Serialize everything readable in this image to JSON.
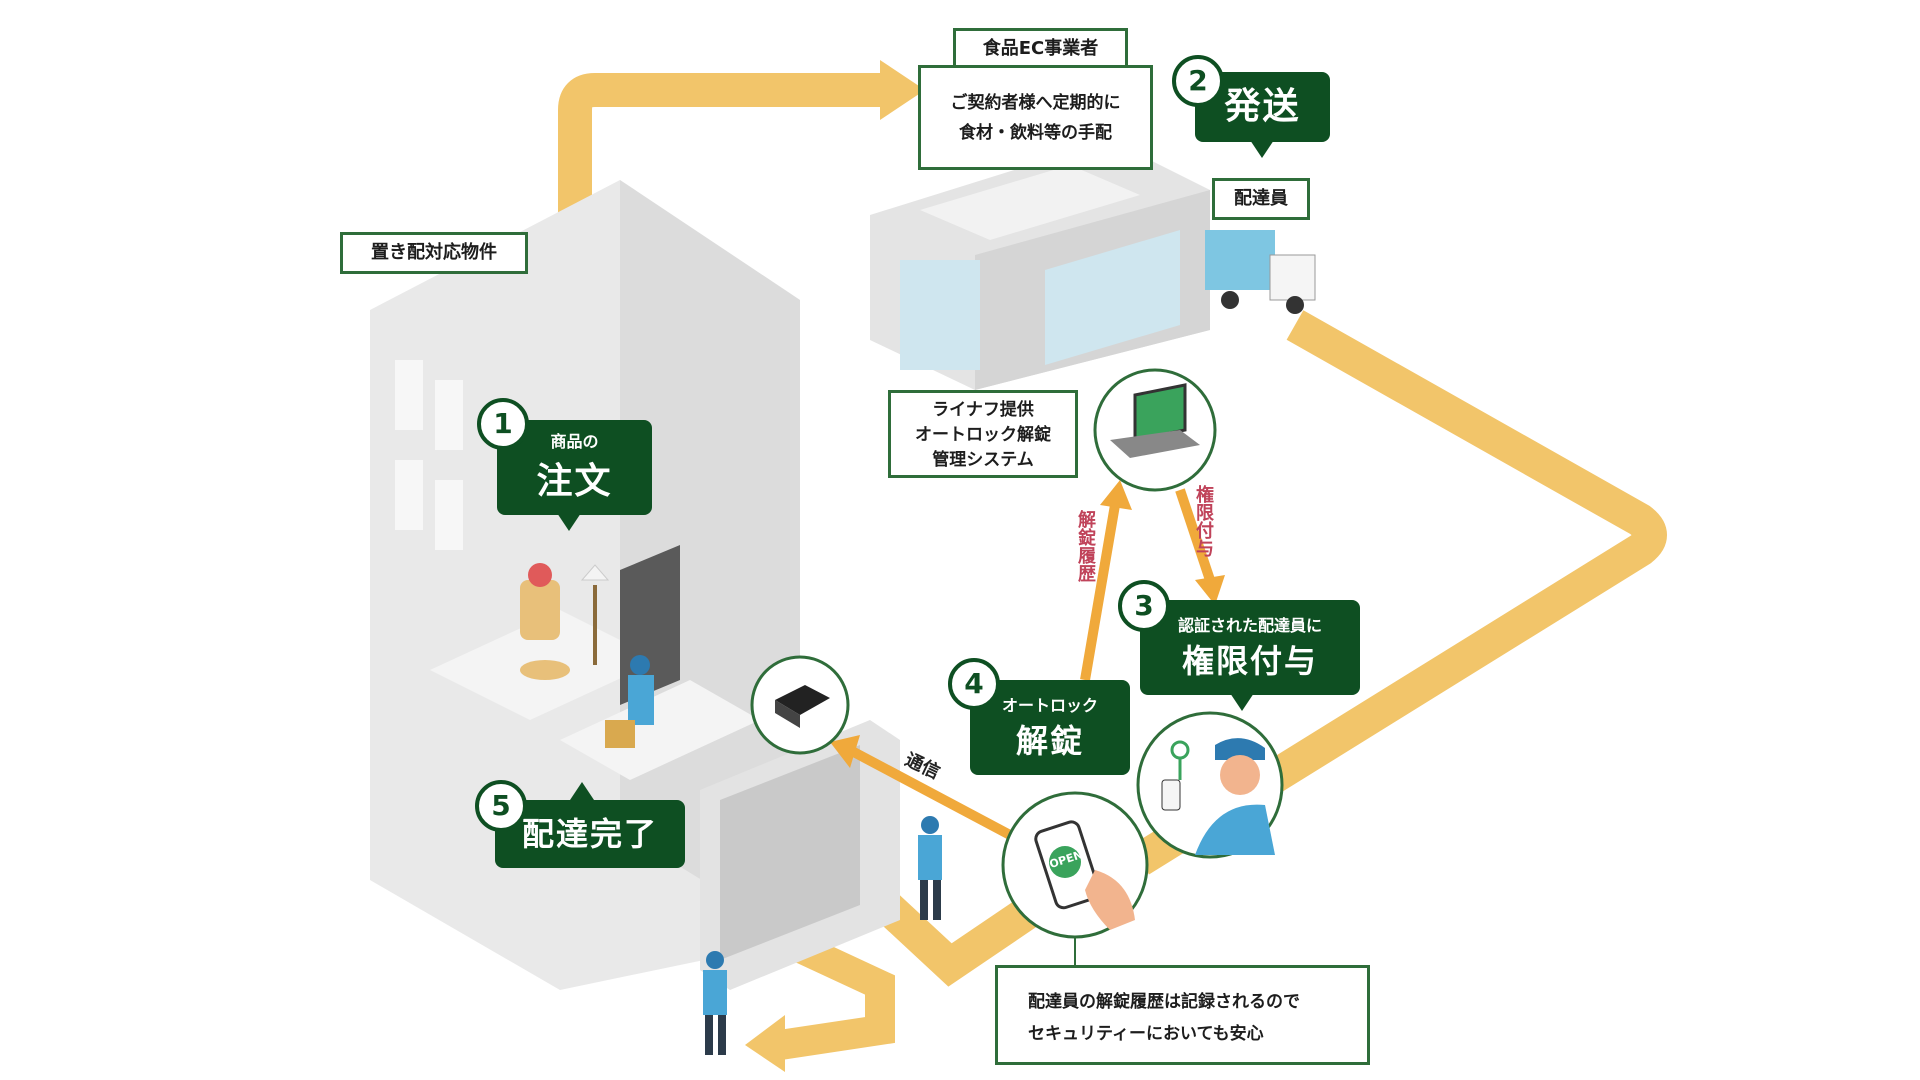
{
  "labels": {
    "ec_operator": "食品EC事業者",
    "ec_desc_line1": "ご契約者様へ定期的に",
    "ec_desc_line2": "食材・飲料等の手配",
    "step2_title": "発送",
    "courier": "配達員",
    "property": "置き配対応物件",
    "system_line1": "ライナフ提供",
    "system_line2": "オートロック解錠",
    "system_line3": "管理システム",
    "step1_small": "商品の",
    "step1_big": "注文",
    "unlock_history": "解錠履歴",
    "grant_permission": "権限付与",
    "step3_small": "認証された配達員に",
    "step3_big": "権限付与",
    "step4_small": "オートロック",
    "step4_big": "解錠",
    "communication": "通信",
    "step5_big": "配達完了",
    "security_line1": "配達員の解錠履歴は記録されるので",
    "security_line2": "セキュリティーにおいても安心",
    "open_text": "OPEN"
  },
  "numbers": [
    "1",
    "2",
    "3",
    "4",
    "5"
  ],
  "colors": {
    "green_dark": "#0e4f22",
    "green_border": "#2f6d3a",
    "arrow_yellow": "#f2c56a",
    "arrow_orange": "#f0a93b",
    "building_light": "#e8e8e8",
    "building_mid": "#d6d6d6",
    "worker_blue": "#4aa6d6",
    "history_pink": "#c0435a"
  }
}
